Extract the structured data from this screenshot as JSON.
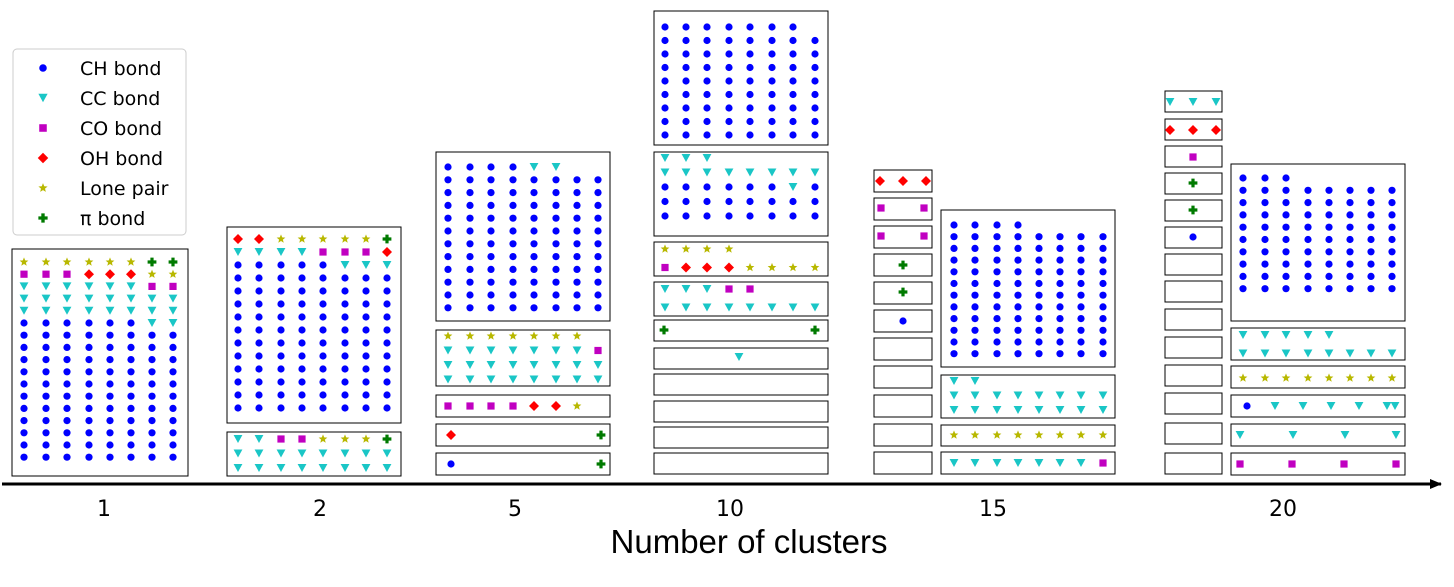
{
  "chart_data": {
    "type": "cluster-grid",
    "xlabel": "Number of clusters",
    "categories": [
      "1",
      "2",
      "5",
      "10",
      "15",
      "20"
    ],
    "legend": {
      "placement": "top-left",
      "entries": [
        {
          "key": "CH",
          "label": "CH bond",
          "marker": "circle",
          "color": "#0000ff"
        },
        {
          "key": "CC",
          "label": "CC bond",
          "marker": "triangle-down",
          "color": "#1ac6c6"
        },
        {
          "key": "CO",
          "label": "CO bond",
          "marker": "square",
          "color": "#c000c0"
        },
        {
          "key": "OH",
          "label": "OH bond",
          "marker": "diamond",
          "color": "#ff0000"
        },
        {
          "key": "LP",
          "label": "Lone pair",
          "marker": "star",
          "color": "#b8b800"
        },
        {
          "key": "PI",
          "label": "π bond",
          "marker": "plus",
          "color": "#007a00"
        }
      ]
    },
    "groups": [
      {
        "category": "1",
        "clusters": [
          [
            "LP LP LP LP LP LP PI PI",
            "CO CO CO OH OH OH LP LP",
            "CC CC CC CC CC CC CO CO",
            "CC CC CC CC CC CC CC CC",
            "CC CC CC CC CC CC CC CC",
            "CH CH CH CH CH CH CC CC",
            "CH CH CH CH CH CH CH CH",
            "CH CH CH CH CH CH CH CH",
            "CH CH CH CH CH CH CH CH",
            "CH CH CH CH CH CH CH CH",
            "CH CH CH CH CH CH CH CH",
            "CH CH CH CH CH CH CH CH",
            "CH CH CH CH CH CH CH CH",
            "CH CH CH CH CH CH CH CH",
            "CH CH CH CH CH CH CH CH",
            "CH CH CH CH CH CH CH CH",
            "CH CH CH CH CH CH CH CH"
          ]
        ]
      },
      {
        "category": "2",
        "clusters": [
          [
            "OH OH LP LP LP LP LP PI",
            "CC CC CC CC CO CO CO OH",
            "CH CH CH CH CH CC CC CC",
            "CH CH CH CH CH CH CH CH",
            "CH CH CH CH CH CH CH CH",
            "CH CH CH CH CH CH CH CH",
            "CH CH CH CH CH CH CH CH",
            "CH CH CH CH CH CH CH CH",
            "CH CH CH CH CH CH CH CH",
            "CH CH CH CH CH CH CH CH",
            "CH CH CH CH CH CH CH CH",
            "CH CH CH CH CH CH CH CH",
            "CH CH CH CH CH CH CH CH",
            "CH CH CH CH CH CH CH CH"
          ],
          [
            "CC CC CO CO LP LP LP PI",
            "CC CC CC CC CC CC CC CC",
            "CC CC CC CC CC CC CC CC"
          ]
        ]
      },
      {
        "category": "5",
        "clusters": [
          [
            "CH CH CH CH CC CC",
            "CH CH CH CH CH CH CH CH",
            "CH CH CH CH CH CH CH CH",
            "CH CH CH CH CH CH CH CH",
            "CH CH CH CH CH CH CH CH",
            "CH CH CH CH CH CH CH CH",
            "CH CH CH CH CH CH CH CH",
            "CH CH CH CH CH CH CH CH",
            "CH CH CH CH CH CH CH CH",
            "CH CH CH CH CH CH CH CH",
            "CH CH CH CH CH CH CH CH",
            "CH CH CH CH CH CH CH CH"
          ],
          [
            "LP LP LP LP LP LP LP",
            "CC CC CC CC CC CC CC CO",
            "CC CC CC CC CC CC CC CC",
            "CC CC CC CC CC CC CC CC"
          ],
          [
            "CO CO CO CO OH OH LP"
          ],
          [
            "OH PI"
          ],
          [
            "CH PI"
          ]
        ]
      },
      {
        "category": "10",
        "clusters": [
          [
            "CH CH CH CH CH CH CH",
            "CH CH CH CH CH CH CH CH",
            "CH CH CH CH CH CH CH CH",
            "CH CH CH CH CH CH CH CH",
            "CH CH CH CH CH CH CH CH",
            "CH CH CH CH CH CH CH CH",
            "CH CH CH CH CH CH CH CH",
            "CH CH CH CH CH CH CH CH",
            "CH CH CH CH CH CH CH CH"
          ],
          [
            "CC CC CC",
            "CC CC CC CC CC CC CC CC",
            "CH CH CH CH CH CH CC CH",
            "CH CH CH CH CH CH CH CH",
            "CH CH CH CH CH CH CH CH"
          ],
          [
            "LP LP LP LP",
            "CO OH OH OH LP LP LP LP"
          ],
          [
            "CC CC CC CO CO",
            "CC CC CC CC CC CC CC CC"
          ],
          [
            "PI PI"
          ],
          [
            "CC"
          ],
          [
            ""
          ],
          [
            ""
          ],
          [
            ""
          ],
          [
            ""
          ]
        ]
      },
      {
        "category": "15",
        "clusters": [
          [
            "OH OH OH"
          ],
          [
            "CO CO"
          ],
          [
            "CO CO"
          ],
          [
            "PI"
          ],
          [
            "PI"
          ],
          [
            "CH"
          ],
          [
            ""
          ],
          [
            ""
          ],
          [
            ""
          ],
          [
            ""
          ],
          [
            ""
          ],
          [
            "CH CH CH CH",
            "CH CH CH CH CH CH CH CH",
            "CH CH CH CH CH CH CH CH",
            "CH CH CH CH CH CH CH CH",
            "CH CH CH CH CH CH CH CH",
            "CH CH CH CH CH CH CH CH",
            "CH CH CH CH CH CH CH CH",
            "CH CH CH CH CH CH CH CH",
            "CH CH CH CH CH CH CH CH",
            "CH CH CH CH CH CH CH CH",
            "CH CH CH CH CH CH CH CH",
            "CH CH CH CH CH CH CH CH"
          ],
          [
            "CC CC",
            "CC CC CC CC CC CC CC CC",
            "CC CC CC CC CC CC CC CC"
          ],
          [
            "LP LP LP LP LP LP LP LP"
          ],
          [
            "CC CC CC CC CC CC CC CO"
          ]
        ]
      },
      {
        "category": "20",
        "clusters": [
          [
            "CC CC CC"
          ],
          [
            "OH OH OH"
          ],
          [
            "CO"
          ],
          [
            "PI"
          ],
          [
            "PI"
          ],
          [
            "CH"
          ],
          [
            ""
          ],
          [
            ""
          ],
          [
            ""
          ],
          [
            ""
          ],
          [
            ""
          ],
          [
            ""
          ],
          [
            ""
          ],
          [
            ""
          ],
          [
            "CH CH CH",
            "CH CH CH CH CH CH CH CH",
            "CH CH CH CH CH CH CH CH",
            "CH CH CH CH CH CH CH CH",
            "CH CH CH CH CH CH CH CH",
            "CH CH CH CH CH CH CH CH",
            "CH CH CH CH CH CH CH CH",
            "CH CH CH CH CH CH CH CH",
            "CH CH CH CH CH CH CH CH",
            "CH CH CH CH CH CH CH CH"
          ],
          [
            "CC CC CC CC CC",
            "CC CC CC CC CC CC CC CC"
          ],
          [
            "LP LP LP LP LP LP LP LP"
          ],
          [
            "CH CC CC CC CC CC CC"
          ],
          [
            "CC CC CC CC"
          ],
          [
            "CO CO CO CO"
          ]
        ]
      }
    ]
  }
}
